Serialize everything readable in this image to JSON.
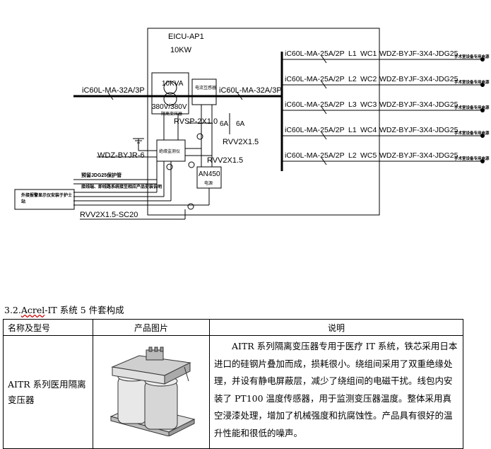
{
  "diagram": {
    "panel_title": "EICU-AP1",
    "panel_power": "10KW",
    "incoming_breaker": "iC60L-MA-32A/3P",
    "transformer_rating": "10KVA",
    "transformer_voltage": "380V/380V",
    "transformer_label": "隔离变压器",
    "monitor_label": "电流互感器",
    "main_breaker": "iC60L-MA-32A/3P",
    "cable_rvsp": "RVSP-2X1.0",
    "current_6a_1": "6A",
    "current_6a_2": "6A",
    "ground_cable": "WDZ-BYJR-6",
    "insulation_monitor": "绝缘监测仪",
    "cable_rvv_1": "RVV2X1.5",
    "cable_rvv_2": "RVV2X1.5",
    "power_module_name": "AN450",
    "power_module_label": "电源",
    "conduit_note": "预留JDG25保护管",
    "alarm_note": "接线端、即线路系统接至相应产品安装说明",
    "remote_display": "外接报警显示仪安装于护士站",
    "bottom_cable": "RVV2X1.5-SC20",
    "circuits": [
      {
        "breaker": "iC60L-MA-25A/2P",
        "phase": "L1",
        "circuit": "WC1",
        "cable": "WDZ-BYJF-3X4-JDG25",
        "load": "手术室设备专用电源"
      },
      {
        "breaker": "iC60L-MA-25A/2P",
        "phase": "L2",
        "circuit": "WC2",
        "cable": "WDZ-BYJF-3X4-JDG25",
        "load": "手术室设备专用电源"
      },
      {
        "breaker": "iC60L-MA-25A/2P",
        "phase": "L3",
        "circuit": "WC3",
        "cable": "WDZ-BYJF-3X4-JDG25",
        "load": "手术室设备专用电源"
      },
      {
        "breaker": "iC60L-MA-25A/2P",
        "phase": "L1",
        "circuit": "WC4",
        "cable": "WDZ-BYJF-3X4-JDG25",
        "load": "手术室设备专用电源"
      },
      {
        "breaker": "iC60L-MA-25A/2P",
        "phase": "L2",
        "circuit": "WC5",
        "cable": "WDZ-BYJF-3X4-JDG25",
        "load": "手术室设备专用电源"
      }
    ]
  },
  "section": {
    "number": "3.2.",
    "brand": "Acrel",
    "title_rest": "-IT 系统 5 件套构成"
  },
  "table": {
    "headers": [
      "名称及型号",
      "产品图片",
      "说明"
    ],
    "rows": [
      {
        "name": "AITR 系列医用隔离变压器",
        "image_icon": "isolation-transformer-photo",
        "description": "AITR 系列隔离变压器专用于医疗 IT 系统，铁芯采用日本进口的硅钢片叠加而成，损耗很小。绕组间采用了双重绝缘处理，并设有静电屏蔽层，减少了绕组间的电磁干扰。线包内安装了 PT100 温度传感器，用于监测变压器温度。整体采用真空浸漆处理，增加了机械强度和抗腐蚀性。产品具有很好的温升性能和很低的噪声。"
      }
    ]
  }
}
